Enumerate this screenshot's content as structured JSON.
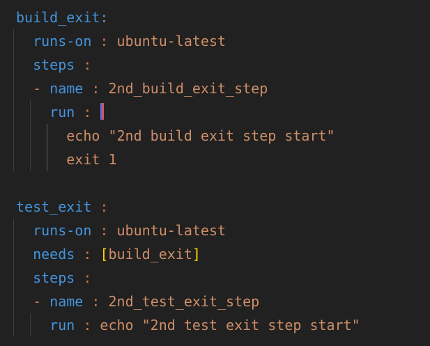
{
  "app": {
    "description": "Dark-theme code editor pane showing a GitHub Actions workflow YAML snippet with two jobs",
    "language": "yaml"
  },
  "colors": {
    "background": "#212121",
    "key": "#4493dd",
    "value": "#ce8e68",
    "punctuation": "#c97b58",
    "key_colon_dim": "#7094b8",
    "bracket": "#ffd700",
    "indent_guide": "#3e3e3e",
    "indent_guide_active": "#606060",
    "cursor_left": "#6868d8",
    "cursor_right": "#ce5a5a"
  },
  "code_text": "build_exit:\n  runs-on : ubuntu-latest\n  steps :\n  - name : 2nd_build_exit_step\n    run : |\n      echo \"2nd build exit step start\"\n      exit 1\n\ntest_exit :\n  runs-on : ubuntu-latest\n  needs : [build_exit]\n  steps :\n  - name : 2nd_test_exit_step\n    run : echo \"2nd test exit step start\"",
  "lines": [
    {
      "guides": [],
      "segments": [
        {
          "t": "build_exit",
          "c": "key"
        },
        {
          "t": ":",
          "c": "dim"
        }
      ]
    },
    {
      "guides": [
        {
          "level": 0,
          "active": false
        }
      ],
      "segments": [
        {
          "t": "  ",
          "c": "ws"
        },
        {
          "t": "runs-on",
          "c": "key"
        },
        {
          "t": " : ",
          "c": "punc"
        },
        {
          "t": "ubuntu-latest",
          "c": "val"
        }
      ]
    },
    {
      "guides": [
        {
          "level": 0,
          "active": false
        }
      ],
      "segments": [
        {
          "t": "  ",
          "c": "ws"
        },
        {
          "t": "steps",
          "c": "key"
        },
        {
          "t": " :",
          "c": "punc"
        }
      ]
    },
    {
      "guides": [
        {
          "level": 0,
          "active": false
        }
      ],
      "segments": [
        {
          "t": "  ",
          "c": "ws"
        },
        {
          "t": "- ",
          "c": "punc"
        },
        {
          "t": "name",
          "c": "key"
        },
        {
          "t": " : ",
          "c": "punc"
        },
        {
          "t": "2nd_build_exit_step",
          "c": "val"
        }
      ]
    },
    {
      "guides": [
        {
          "level": 0,
          "active": false
        },
        {
          "level": 1,
          "active": false
        }
      ],
      "segments": [
        {
          "t": "    ",
          "c": "ws"
        },
        {
          "t": "run",
          "c": "key"
        },
        {
          "t": " : ",
          "c": "punc"
        },
        {
          "t": "|",
          "c": "pipe"
        }
      ]
    },
    {
      "guides": [
        {
          "level": 0,
          "active": false
        },
        {
          "level": 1,
          "active": false
        },
        {
          "level": 2,
          "active": true
        }
      ],
      "segments": [
        {
          "t": "      ",
          "c": "ws"
        },
        {
          "t": "echo \"2nd build exit step start\"",
          "c": "val"
        }
      ]
    },
    {
      "guides": [
        {
          "level": 0,
          "active": false
        },
        {
          "level": 1,
          "active": false
        },
        {
          "level": 2,
          "active": true
        }
      ],
      "segments": [
        {
          "t": "      ",
          "c": "ws"
        },
        {
          "t": "exit 1",
          "c": "val"
        }
      ]
    },
    {
      "guides": [],
      "segments": []
    },
    {
      "guides": [],
      "segments": [
        {
          "t": "test_exit",
          "c": "key"
        },
        {
          "t": " :",
          "c": "punc"
        }
      ]
    },
    {
      "guides": [
        {
          "level": 0,
          "active": false
        }
      ],
      "segments": [
        {
          "t": "  ",
          "c": "ws"
        },
        {
          "t": "runs-on",
          "c": "key"
        },
        {
          "t": " : ",
          "c": "punc"
        },
        {
          "t": "ubuntu-latest",
          "c": "val"
        }
      ]
    },
    {
      "guides": [
        {
          "level": 0,
          "active": false
        }
      ],
      "segments": [
        {
          "t": "  ",
          "c": "ws"
        },
        {
          "t": "needs",
          "c": "key"
        },
        {
          "t": " : ",
          "c": "punc"
        },
        {
          "t": "[",
          "c": "bracket"
        },
        {
          "t": "build_exit",
          "c": "val"
        },
        {
          "t": "]",
          "c": "bracket"
        }
      ]
    },
    {
      "guides": [
        {
          "level": 0,
          "active": false
        }
      ],
      "segments": [
        {
          "t": "  ",
          "c": "ws"
        },
        {
          "t": "steps",
          "c": "key"
        },
        {
          "t": " :",
          "c": "punc"
        }
      ]
    },
    {
      "guides": [
        {
          "level": 0,
          "active": false
        }
      ],
      "segments": [
        {
          "t": "  ",
          "c": "ws"
        },
        {
          "t": "- ",
          "c": "punc"
        },
        {
          "t": "name",
          "c": "key"
        },
        {
          "t": " : ",
          "c": "punc"
        },
        {
          "t": "2nd_test_exit_step",
          "c": "val"
        }
      ]
    },
    {
      "guides": [
        {
          "level": 0,
          "active": false
        },
        {
          "level": 1,
          "active": false
        }
      ],
      "segments": [
        {
          "t": "    ",
          "c": "ws"
        },
        {
          "t": "run",
          "c": "key"
        },
        {
          "t": " : ",
          "c": "punc"
        },
        {
          "t": "echo \"2nd test exit step start\"",
          "c": "val"
        }
      ]
    }
  ]
}
